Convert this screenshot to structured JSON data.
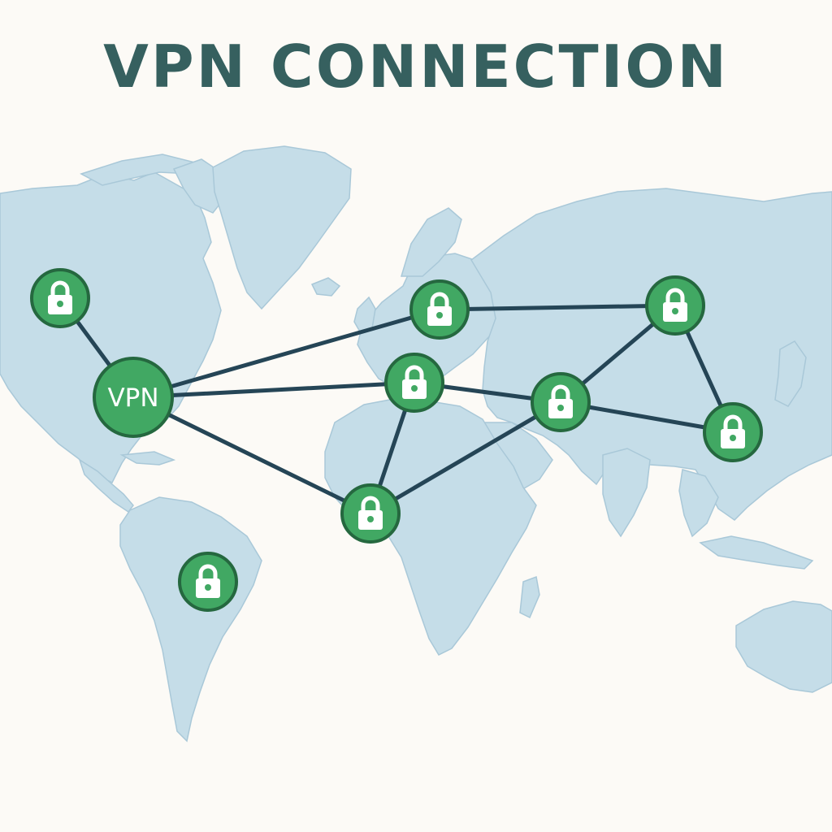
{
  "title": "VPN CONNECTION",
  "hub": {
    "label": "VPN"
  },
  "colors": {
    "background": "#fcfaf6",
    "land": "#c5dde8",
    "land_edge": "#a9c8d8",
    "title": "#36605f",
    "link": "#254556",
    "node_fill": "#41a863",
    "node_ring": "#25683f",
    "lock": "#ffffff"
  },
  "nodes": [
    {
      "id": "hub",
      "kind": "hub",
      "icon": "vpn-hub"
    },
    {
      "id": "north-america",
      "kind": "server",
      "icon": "lock-icon"
    },
    {
      "id": "south-america",
      "kind": "server",
      "icon": "lock-icon"
    },
    {
      "id": "north-europe",
      "kind": "server",
      "icon": "lock-icon"
    },
    {
      "id": "south-europe",
      "kind": "server",
      "icon": "lock-icon"
    },
    {
      "id": "west-africa",
      "kind": "server",
      "icon": "lock-icon"
    },
    {
      "id": "middle-east",
      "kind": "server",
      "icon": "lock-icon"
    },
    {
      "id": "siberia",
      "kind": "server",
      "icon": "lock-icon"
    },
    {
      "id": "east-asia",
      "kind": "server",
      "icon": "lock-icon"
    }
  ],
  "links": [
    [
      "north-america",
      "hub"
    ],
    [
      "hub",
      "north-europe"
    ],
    [
      "hub",
      "south-europe"
    ],
    [
      "hub",
      "west-africa"
    ],
    [
      "north-europe",
      "siberia"
    ],
    [
      "south-europe",
      "middle-east"
    ],
    [
      "south-europe",
      "west-africa"
    ],
    [
      "west-africa",
      "middle-east"
    ],
    [
      "middle-east",
      "siberia"
    ],
    [
      "middle-east",
      "east-asia"
    ],
    [
      "siberia",
      "east-asia"
    ]
  ]
}
